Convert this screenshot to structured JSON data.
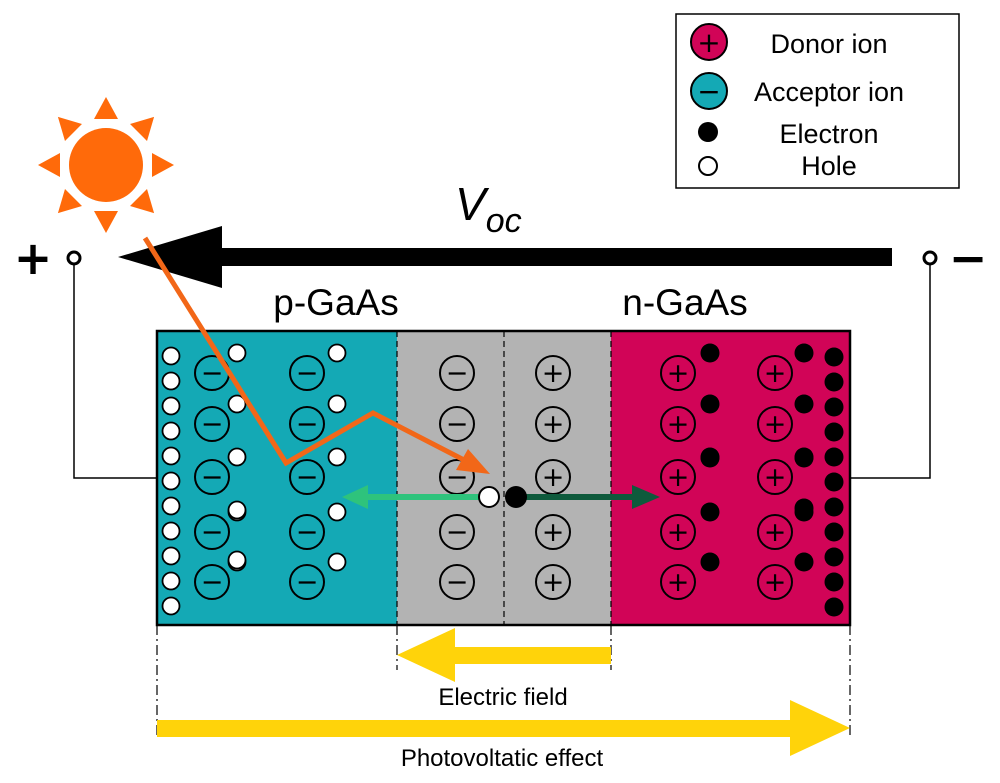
{
  "labels": {
    "voc_main": "V",
    "voc_sub": "oc",
    "terminal_plus": "+",
    "terminal_minus": "−",
    "p_region": "p-GaAs",
    "n_region": "n-GaAs",
    "electric_field": "Electric field",
    "photovoltaic": "Photovoltatic effect"
  },
  "legend": {
    "donor": "Donor ion",
    "acceptor": "Acceptor ion",
    "electron": "Electron",
    "hole": "Hole",
    "donor_symbol": "+",
    "acceptor_symbol": "−"
  },
  "colors": {
    "p_region": "#14a9b5",
    "n_region": "#d10457",
    "depletion": "#b3b3b3",
    "sun": "#ff6a0a",
    "light_ray": "#f26718",
    "yellow_arrow": "#ffd30a",
    "hole_arrow": "#2ec37c",
    "electron_arrow": "#0e5a3c"
  },
  "icons": {
    "sun": "sun-icon",
    "ion": "ion-circle-icon"
  }
}
